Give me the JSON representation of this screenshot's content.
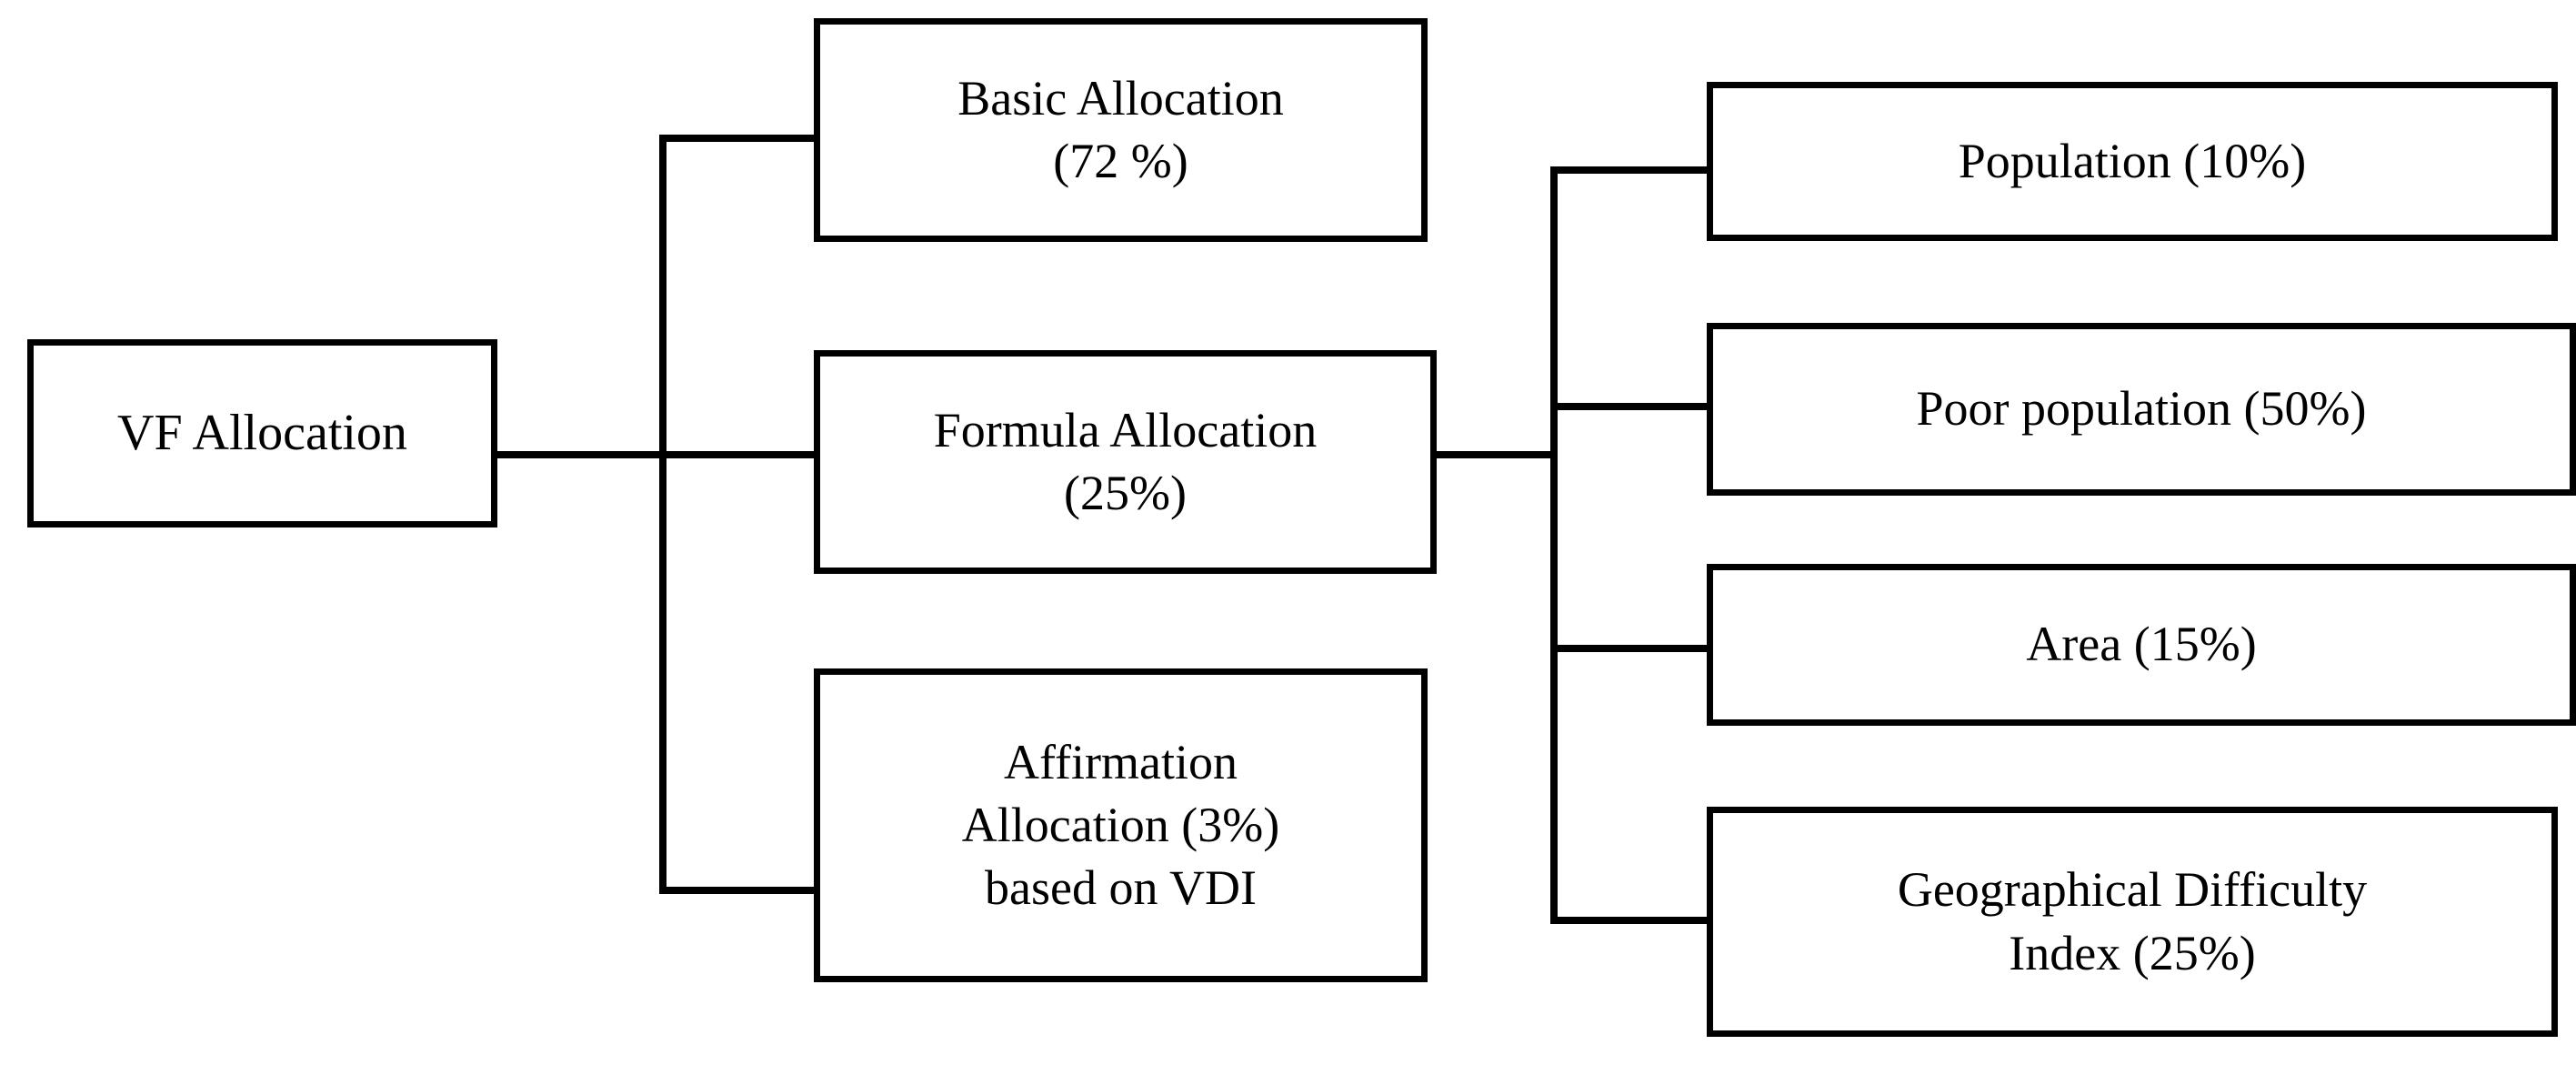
{
  "diagram": {
    "title": "VF Allocation structure",
    "type": "hierarchy-tree",
    "orientation": "left-to-right",
    "colors": {
      "line": "#000000",
      "box_border": "#000000",
      "box_fill": "#ffffff",
      "text": "#000000",
      "background": "#ffffff"
    },
    "levels": [
      {
        "level": 1,
        "nodes": [
          {
            "id": "vf",
            "label": "VF Allocation"
          }
        ]
      },
      {
        "level": 2,
        "nodes": [
          {
            "id": "basic",
            "label": "Basic Allocation\n(72 %)",
            "percent": "72 %"
          },
          {
            "id": "formula",
            "label": "Formula Allocation\n(25%)",
            "percent": "25%"
          },
          {
            "id": "affirmation",
            "label": "Affirmation\nAllocation (3%)\nbased on VDI",
            "percent": "3%"
          }
        ]
      },
      {
        "level": 3,
        "parent": "formula",
        "nodes": [
          {
            "id": "population",
            "label": "Population (10%)",
            "percent": "10%"
          },
          {
            "id": "poor",
            "label": "Poor population (50%)",
            "percent": "50%"
          },
          {
            "id": "area",
            "label": "Area (15%)",
            "percent": "15%"
          },
          {
            "id": "gdi",
            "label": "Geographical Difficulty\nIndex (25%)",
            "percent": "25%"
          }
        ]
      }
    ],
    "edges": [
      {
        "from": "vf",
        "to": "basic"
      },
      {
        "from": "vf",
        "to": "formula"
      },
      {
        "from": "vf",
        "to": "affirmation"
      },
      {
        "from": "formula",
        "to": "population"
      },
      {
        "from": "formula",
        "to": "poor"
      },
      {
        "from": "formula",
        "to": "area"
      },
      {
        "from": "formula",
        "to": "gdi"
      }
    ]
  }
}
